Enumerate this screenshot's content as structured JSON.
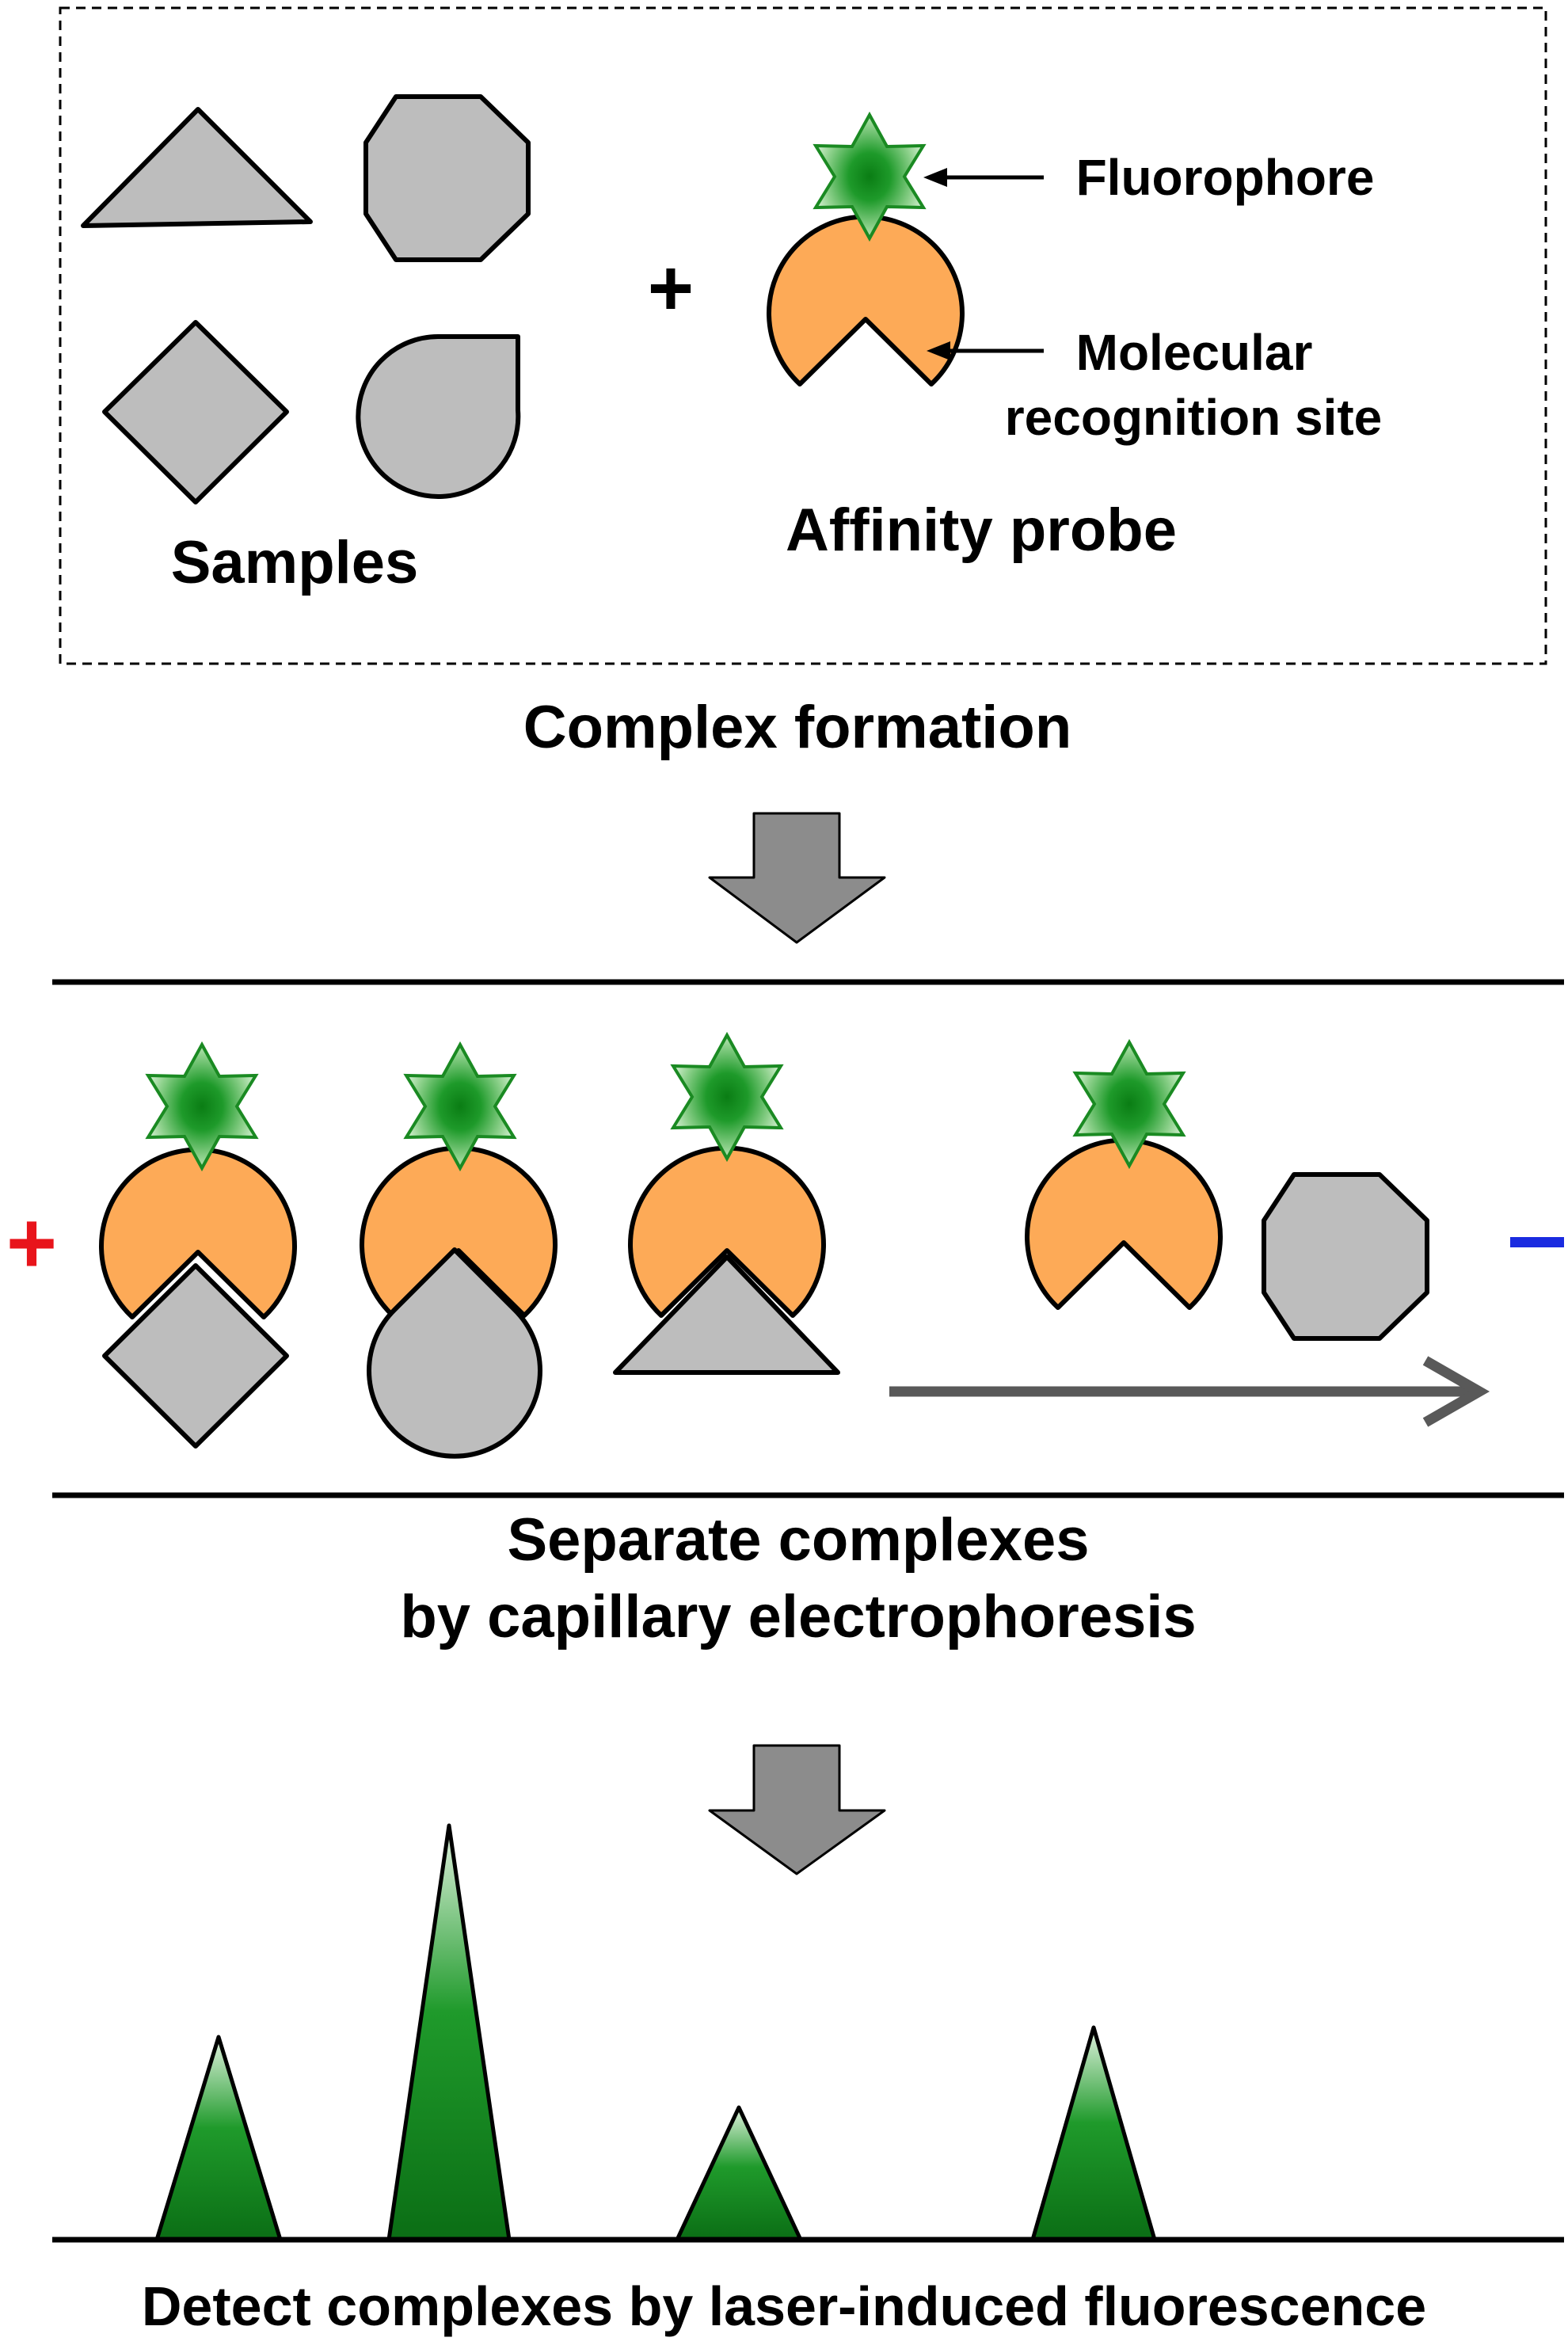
{
  "labels": {
    "fluorophore": "Fluorophore",
    "recognition_line1": "Molecular",
    "recognition_line2": "recognition site",
    "samples": "Samples",
    "affinity_probe": "Affinity probe",
    "plus_sign": "+",
    "complex_formation": "Complex formation",
    "separate_line1": "Separate complexes",
    "separate_line2": "by capillary electrophoresis",
    "detect": "Detect complexes by laser-induced fluorescence",
    "anode": "+",
    "cathode": "–"
  },
  "colors": {
    "sample_fill": "#bdbdbd",
    "probe_fill": "#fdaa57",
    "fluorophore_green": "#0a7d14",
    "fluorophore_light": "#d9f1d6",
    "flow_arrow": "#595959",
    "step_arrow": "#8c8c8c",
    "anode_red": "#e8141b",
    "cathode_blue": "#1a2be0"
  },
  "icons": {
    "sample_shapes": [
      "triangle-icon",
      "octagon-icon",
      "diamond-icon",
      "teardrop-icon"
    ],
    "probe": "pacman-probe-icon",
    "label": "star-fluorophore-icon"
  }
}
